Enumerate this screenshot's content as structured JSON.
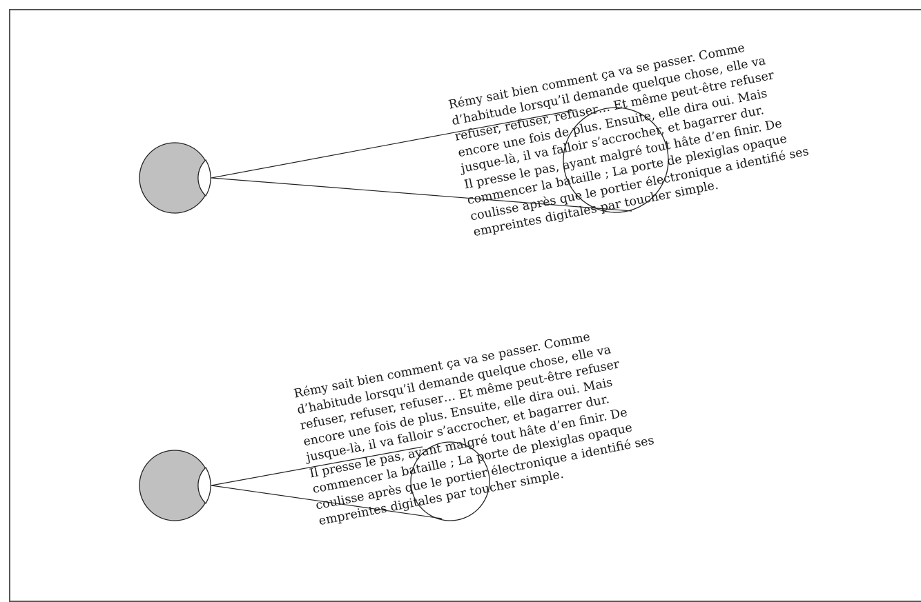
{
  "colors": {
    "eye_fill": "#c0c0c0",
    "stroke": "#222222",
    "text": "#1a1a1a"
  },
  "scenes": [
    {
      "text_lines": [
        "Rémy sait bien comment ça va se passer. Comme",
        "d’habitude lorsqu’il demande quelque chose, elle va",
        "refuser, refuser, refuser… Et même peut-être refuser",
        "encore une fois de plus. Ensuite, elle dira oui. Mais",
        "jusque-là, il va falloir s’accrocher, et bagarrer dur.",
        "Il presse le pas, ayant malgré tout hâte d’en finir. De",
        "commencer la bataille ; La porte de plexiglas opaque",
        "coulisse après que le portier électronique a identifié ses",
        "empreintes digitales par toucher simple."
      ]
    },
    {
      "text_lines": [
        "Rémy sait bien comment ça va se passer. Comme",
        "d’habitude lorsqu’il demande quelque chose, elle va",
        "refuser, refuser, refuser… Et même peut-être refuser",
        "encore une fois de plus. Ensuite, elle dira oui. Mais",
        "jusque-là, il va falloir s’accrocher, et bagarrer dur.",
        "Il presse le pas, ayant malgré tout hâte d’en finir. De",
        "commencer la bataille ; La porte de plexiglas opaque",
        "coulisse après que le portier électronique a identifié ses",
        "empreintes digitales par toucher simple."
      ]
    }
  ]
}
